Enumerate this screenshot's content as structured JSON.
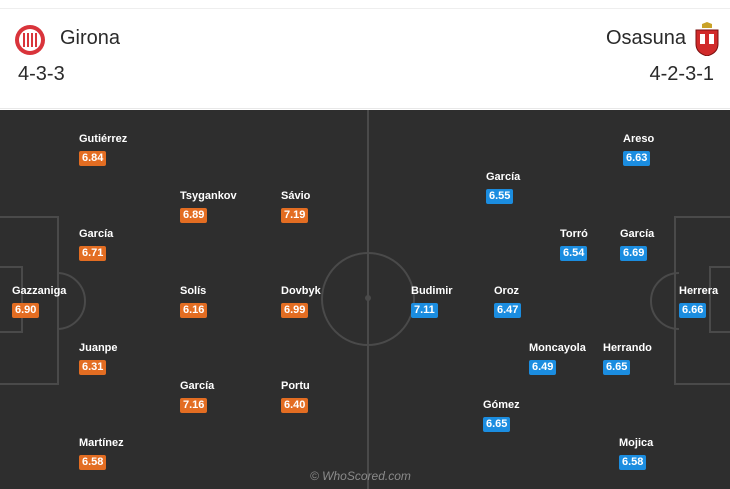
{
  "home": {
    "name": "Girona",
    "formation": "4-3-3",
    "players": [
      {
        "name": "Gutiérrez",
        "rating": "6.84"
      },
      {
        "name": "Tsygankov",
        "rating": "6.89"
      },
      {
        "name": "Sávio",
        "rating": "7.19"
      },
      {
        "name": "García",
        "rating": "6.71"
      },
      {
        "name": "Gazzaniga",
        "rating": "6.90"
      },
      {
        "name": "Solís",
        "rating": "6.16"
      },
      {
        "name": "Dovbyk",
        "rating": "6.99"
      },
      {
        "name": "Juanpe",
        "rating": "6.31"
      },
      {
        "name": "García",
        "rating": "7.16"
      },
      {
        "name": "Portu",
        "rating": "6.40"
      },
      {
        "name": "Martínez",
        "rating": "6.58"
      }
    ]
  },
  "away": {
    "name": "Osasuna",
    "formation": "4-2-3-1",
    "players": [
      {
        "name": "Areso",
        "rating": "6.63"
      },
      {
        "name": "García",
        "rating": "6.55"
      },
      {
        "name": "Torró",
        "rating": "6.54"
      },
      {
        "name": "García",
        "rating": "6.69"
      },
      {
        "name": "Budimir",
        "rating": "7.11"
      },
      {
        "name": "Oroz",
        "rating": "6.47"
      },
      {
        "name": "Herrera",
        "rating": "6.66"
      },
      {
        "name": "Moncayola",
        "rating": "6.49"
      },
      {
        "name": "Herrando",
        "rating": "6.65"
      },
      {
        "name": "Gómez",
        "rating": "6.65"
      },
      {
        "name": "Mojica",
        "rating": "6.58"
      }
    ]
  },
  "watermark": "© WhoScored.com",
  "colors": {
    "home_rating": "#e36d22",
    "away_rating": "#1b8de0",
    "pitch": "#2e2e2e"
  }
}
